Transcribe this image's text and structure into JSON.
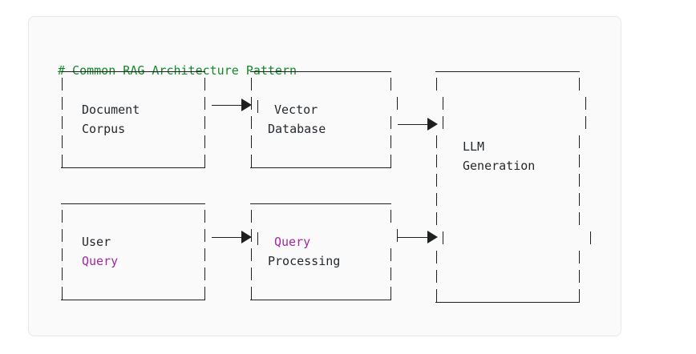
{
  "card": {
    "background": "#fafafa",
    "border_color": "#e8e8e8"
  },
  "colors": {
    "comment_green": "#128a28",
    "keyword_magenta": "#a626a4",
    "text_dark": "#24292e",
    "line_black": "#1d1f21",
    "card_bg": "#fafafa",
    "page_bg": "#ffffff"
  },
  "title": "# Common RAG Architecture Pattern",
  "glyphs": {
    "pipe": "|",
    "arrow_head": "▶",
    "dash": "—"
  },
  "diagram": {
    "type": "ascii-flow",
    "nodes": [
      {
        "id": "document-corpus",
        "lines": [
          {
            "text": "Document",
            "token": "text"
          },
          {
            "text": "Corpus",
            "token": "text"
          }
        ],
        "row": "top",
        "column": 1
      },
      {
        "id": "vector-database",
        "lines": [
          {
            "text": "Vector",
            "token": "text"
          },
          {
            "text": "Database",
            "token": "text"
          }
        ],
        "row": "top",
        "column": 2
      },
      {
        "id": "llm-generation",
        "lines": [
          {
            "text": "LLM",
            "token": "text"
          },
          {
            "text": "Generation",
            "token": "text"
          }
        ],
        "row": "span",
        "column": 3
      },
      {
        "id": "user-query",
        "lines": [
          {
            "text": "User",
            "token": "text"
          },
          {
            "text": "Query",
            "token": "keyword"
          }
        ],
        "row": "bottom",
        "column": 1
      },
      {
        "id": "query-processing",
        "lines": [
          {
            "text": "Query",
            "token": "keyword"
          },
          {
            "text": "Processing",
            "token": "text"
          }
        ],
        "row": "bottom",
        "column": 2
      }
    ],
    "edges": [
      {
        "id": "edge-corpus-to-vectordb",
        "from": "document-corpus",
        "to": "vector-database"
      },
      {
        "id": "edge-vectordb-to-llm",
        "from": "vector-database",
        "to": "llm-generation"
      },
      {
        "id": "edge-userquery-to-queryproc",
        "from": "user-query",
        "to": "query-processing"
      },
      {
        "id": "edge-queryproc-to-llm",
        "from": "query-processing",
        "to": "llm-generation"
      }
    ]
  }
}
